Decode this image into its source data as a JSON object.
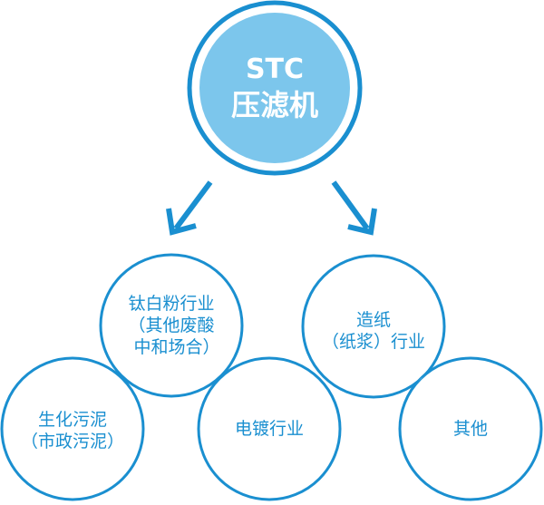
{
  "center": {
    "line1": "STC",
    "line2": "压滤机"
  },
  "nodes": {
    "titanium": [
      "钛白粉行业",
      "（其他废酸",
      "中和场合）"
    ],
    "paper": [
      "造纸",
      "（纸浆）行业"
    ],
    "sludge": [
      "生化污泥",
      "（市政污泥）"
    ],
    "plating": [
      "电镀行业"
    ],
    "other": [
      "其他"
    ]
  },
  "colors": {
    "primary": "#1a8fd0",
    "center_fill": "#7cc6ec",
    "background": "#ffffff"
  }
}
